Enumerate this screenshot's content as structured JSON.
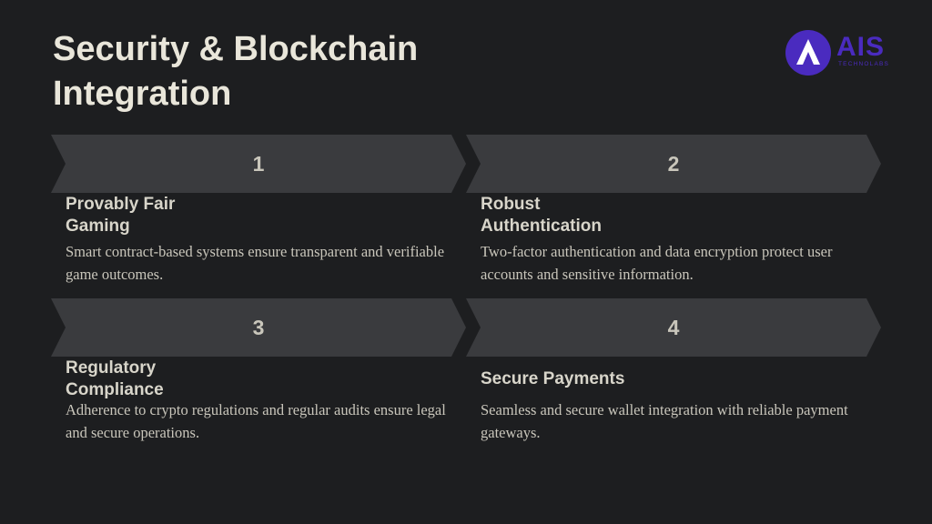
{
  "slide": {
    "title_line1": "Security & Blockchain",
    "title_line2": "Integration"
  },
  "logo": {
    "word": "AIS",
    "sub": "TECHNOLABS",
    "color": "#4a2bbf"
  },
  "cards": [
    {
      "number": "1",
      "heading_line1": "Provably Fair",
      "heading_line2": "Gaming",
      "description": "Smart contract-based systems ensure transparent and verifiable game outcomes."
    },
    {
      "number": "2",
      "heading_line1": "Robust",
      "heading_line2": "Authentication",
      "description": "Two-factor authentication and data encryption protect user accounts and sensitive information."
    },
    {
      "number": "3",
      "heading_line1": "Regulatory",
      "heading_line2": "Compliance",
      "description": "Adherence to crypto regulations and regular audits ensure legal and secure operations."
    },
    {
      "number": "4",
      "heading_line1": "Secure Payments",
      "heading_line2": "",
      "description": "Seamless and secure wallet integration with reliable payment gateways."
    }
  ]
}
